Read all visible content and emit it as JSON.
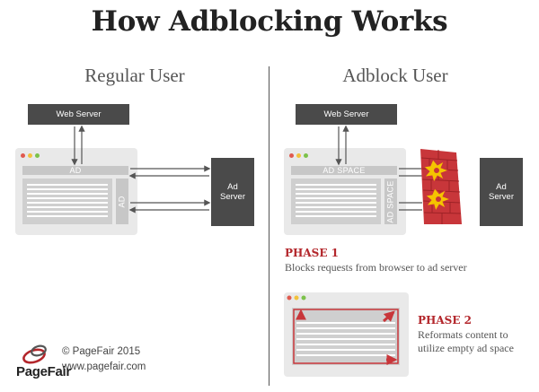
{
  "title": "How Adblocking Works",
  "left": {
    "heading": "Regular User",
    "web_server": "Web Server",
    "ad_bar": "AD",
    "ad_side": "AD",
    "ad_server_line1": "Ad",
    "ad_server_line2": "Server"
  },
  "right": {
    "heading": "Adblock User",
    "web_server": "Web Server",
    "ad_bar": "AD SPACE",
    "ad_side": "AD SPACE",
    "ad_server_line1": "Ad",
    "ad_server_line2": "Server"
  },
  "phase1": {
    "title": "PHASE 1",
    "desc": "Blocks requests from browser to ad server"
  },
  "phase2": {
    "title": "PHASE 2",
    "desc_line1": "Reformats content to",
    "desc_line2": "utilize empty ad space"
  },
  "footer": {
    "copyright": "© PageFair 2015",
    "url": "www.pagefair.com",
    "logo_text": "PageFair"
  },
  "colors": {
    "accent_red": "#b3262b",
    "dark_box": "#4a4a4a",
    "firewall": "#c8363a",
    "explosion": "#f5c400",
    "dot_red": "#e05a4f",
    "dot_yellow": "#f2c23c",
    "dot_green": "#7cc24a"
  }
}
